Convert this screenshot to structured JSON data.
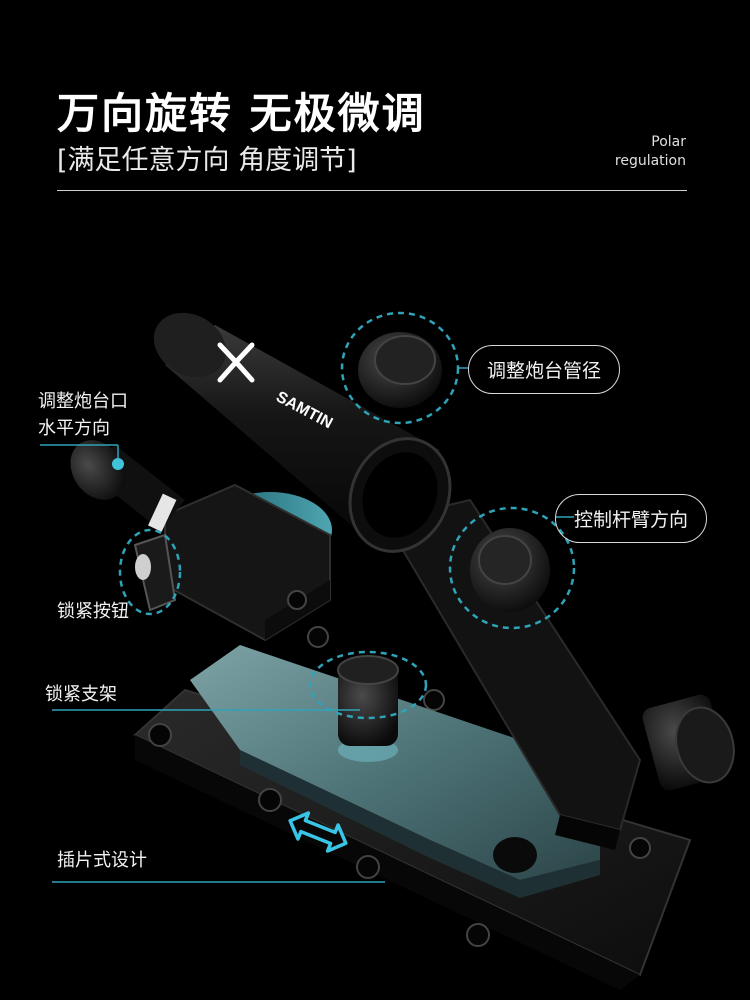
{
  "header": {
    "title": "万向旋转 无极微调",
    "subtitle": "[满足任意方向 角度调节]",
    "tag_line1": "Polar",
    "tag_line2": "regulation"
  },
  "product": {
    "brand": "SAMTIN"
  },
  "callouts": {
    "tube_diameter": "调整炮台管径",
    "muzzle_line1": "调整炮台口",
    "muzzle_line2": "水平方向",
    "arm_direction": "控制杆臂方向",
    "lock_button": "锁紧按钮",
    "lock_bracket": "锁紧支架",
    "plug_design": "插片式设计"
  },
  "colors": {
    "background": "#000000",
    "accent_teal": "#2fa3b8",
    "arrow_cyan": "#39c6e6",
    "plate_metal": "#5f8a8f"
  }
}
